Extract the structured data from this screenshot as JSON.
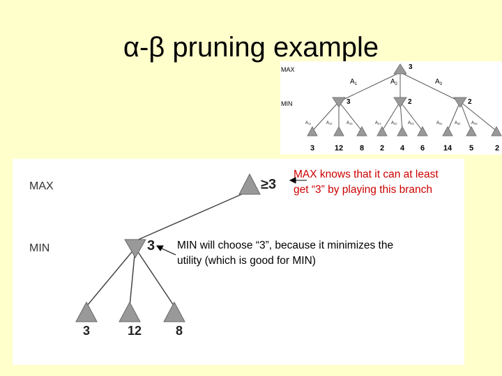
{
  "title": "α-β pruning example",
  "small_tree": {
    "level_max": "MAX",
    "level_min": "MIN",
    "root_value": "3",
    "top_edges": [
      {
        "letter": "A",
        "sub": "1"
      },
      {
        "letter": "A",
        "sub": "2"
      },
      {
        "letter": "A",
        "sub": "3"
      }
    ],
    "min_values": [
      "3",
      "2",
      "2"
    ],
    "leaf_edges": [
      {
        "letter": "A",
        "sub": "11"
      },
      {
        "letter": "A",
        "sub": "12"
      },
      {
        "letter": "A",
        "sub": "13"
      },
      {
        "letter": "A",
        "sub": "21"
      },
      {
        "letter": "A",
        "sub": "22"
      },
      {
        "letter": "A",
        "sub": "23"
      },
      {
        "letter": "A",
        "sub": "31"
      },
      {
        "letter": "A",
        "sub": "32"
      },
      {
        "letter": "A",
        "sub": "33"
      }
    ],
    "leaf_values": [
      "3",
      "12",
      "8",
      "2",
      "4",
      "6",
      "14",
      "5",
      "2"
    ]
  },
  "main_tree": {
    "level_max": "MAX",
    "level_min": "MIN",
    "root_value": "≥3",
    "min_value": "3",
    "leaf_values": [
      "3",
      "12",
      "8"
    ],
    "max_note": [
      "MAX knows that it can at least",
      "get “3” by playing this branch"
    ],
    "min_note": [
      "MIN will choose “3”, because it minimizes the",
      "utility (which is good for MIN)"
    ],
    "note_color": "#cc0000"
  }
}
